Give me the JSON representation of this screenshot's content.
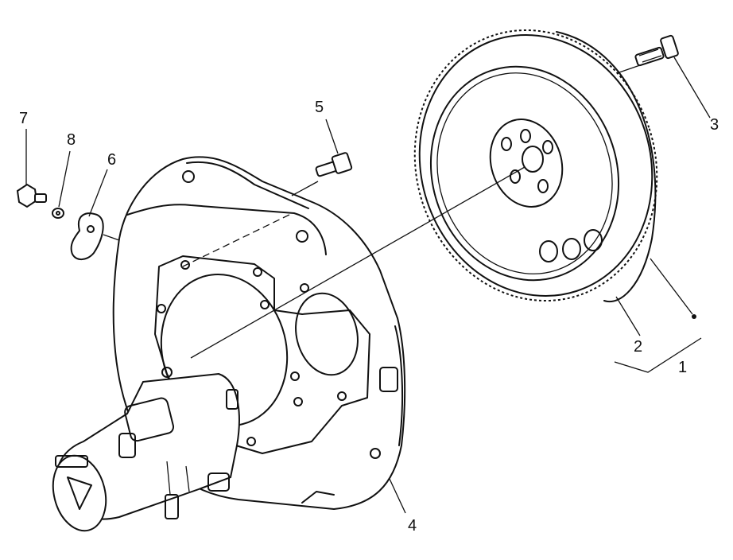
{
  "diagram": {
    "callouts": [
      {
        "id": "c7",
        "label": "7"
      },
      {
        "id": "c8",
        "label": "8"
      },
      {
        "id": "c6",
        "label": "6"
      },
      {
        "id": "c5",
        "label": "5"
      },
      {
        "id": "c3",
        "label": "3"
      },
      {
        "id": "c2",
        "label": "2"
      },
      {
        "id": "c1",
        "label": "1"
      },
      {
        "id": "c4",
        "label": "4"
      }
    ],
    "line_color": "#111111",
    "background": "#ffffff"
  }
}
